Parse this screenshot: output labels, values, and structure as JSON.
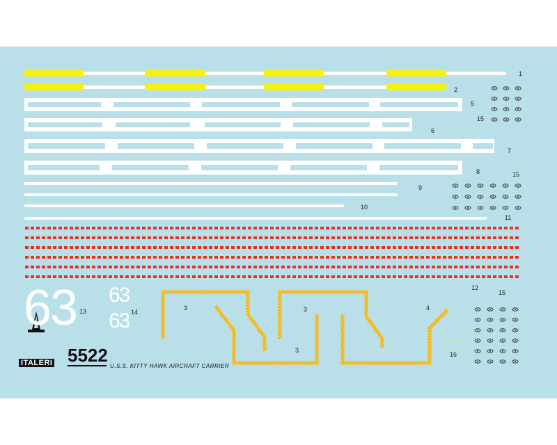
{
  "sheet": {
    "product_code": "5522",
    "subtitle": "U.S.S. KITTY HAWK AIRCRAFT CARRIER",
    "brand": "ITALERI",
    "hull_number_large": "63",
    "hull_number_small_1": "63",
    "hull_number_small_2": "63",
    "labels": {
      "n1": "1",
      "n2": "2",
      "n3a": "3",
      "n3b": "3",
      "n3c": "3",
      "n4": "4",
      "n5": "5",
      "n6": "6",
      "n7": "7",
      "n8": "8",
      "n9": "9",
      "n10": "10",
      "n11": "11",
      "n12": "12",
      "n13": "13",
      "n14": "14",
      "n15a": "15",
      "n15b": "15",
      "n15c": "15",
      "n16": "16"
    }
  },
  "colors": {
    "sheet_background": "#b9dfe9",
    "stripe_white": "#ffffff",
    "stripe_yellow": "#f5f20a",
    "dash_red": "#e8301d",
    "edge_outline": "#f08a2a"
  }
}
